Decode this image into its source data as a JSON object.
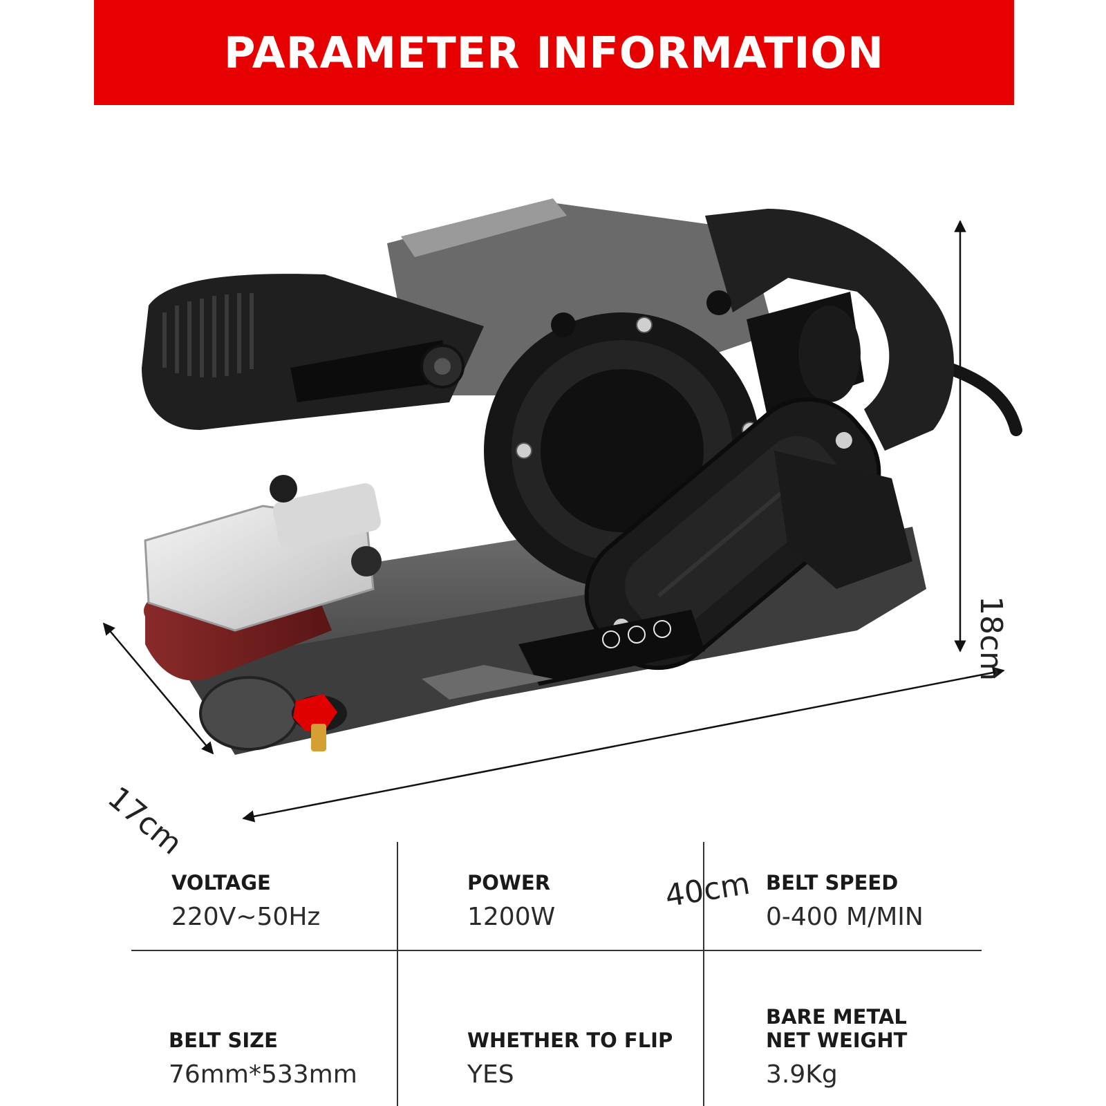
{
  "banner": {
    "title": "PARAMETER INFORMATION"
  },
  "dimensions": {
    "height": "18cm",
    "depth": "17cm",
    "length": "40cm"
  },
  "specs": [
    {
      "label": "VOLTAGE",
      "value": "220V~50Hz"
    },
    {
      "label": "POWER",
      "value": "1200W"
    },
    {
      "label": "BELT SPEED",
      "value": "0-400 M/MIN"
    },
    {
      "label": "BELT SIZE",
      "value": "76mm*533mm"
    },
    {
      "label": "WHETHER TO FLIP",
      "value": "YES"
    },
    {
      "label": "BARE METAL NET WEIGHT",
      "value": "3.9Kg"
    }
  ],
  "colors": {
    "banner": "#e60000",
    "belt": "#7a1f1f",
    "body": "#555555",
    "accent": "#e60000"
  }
}
